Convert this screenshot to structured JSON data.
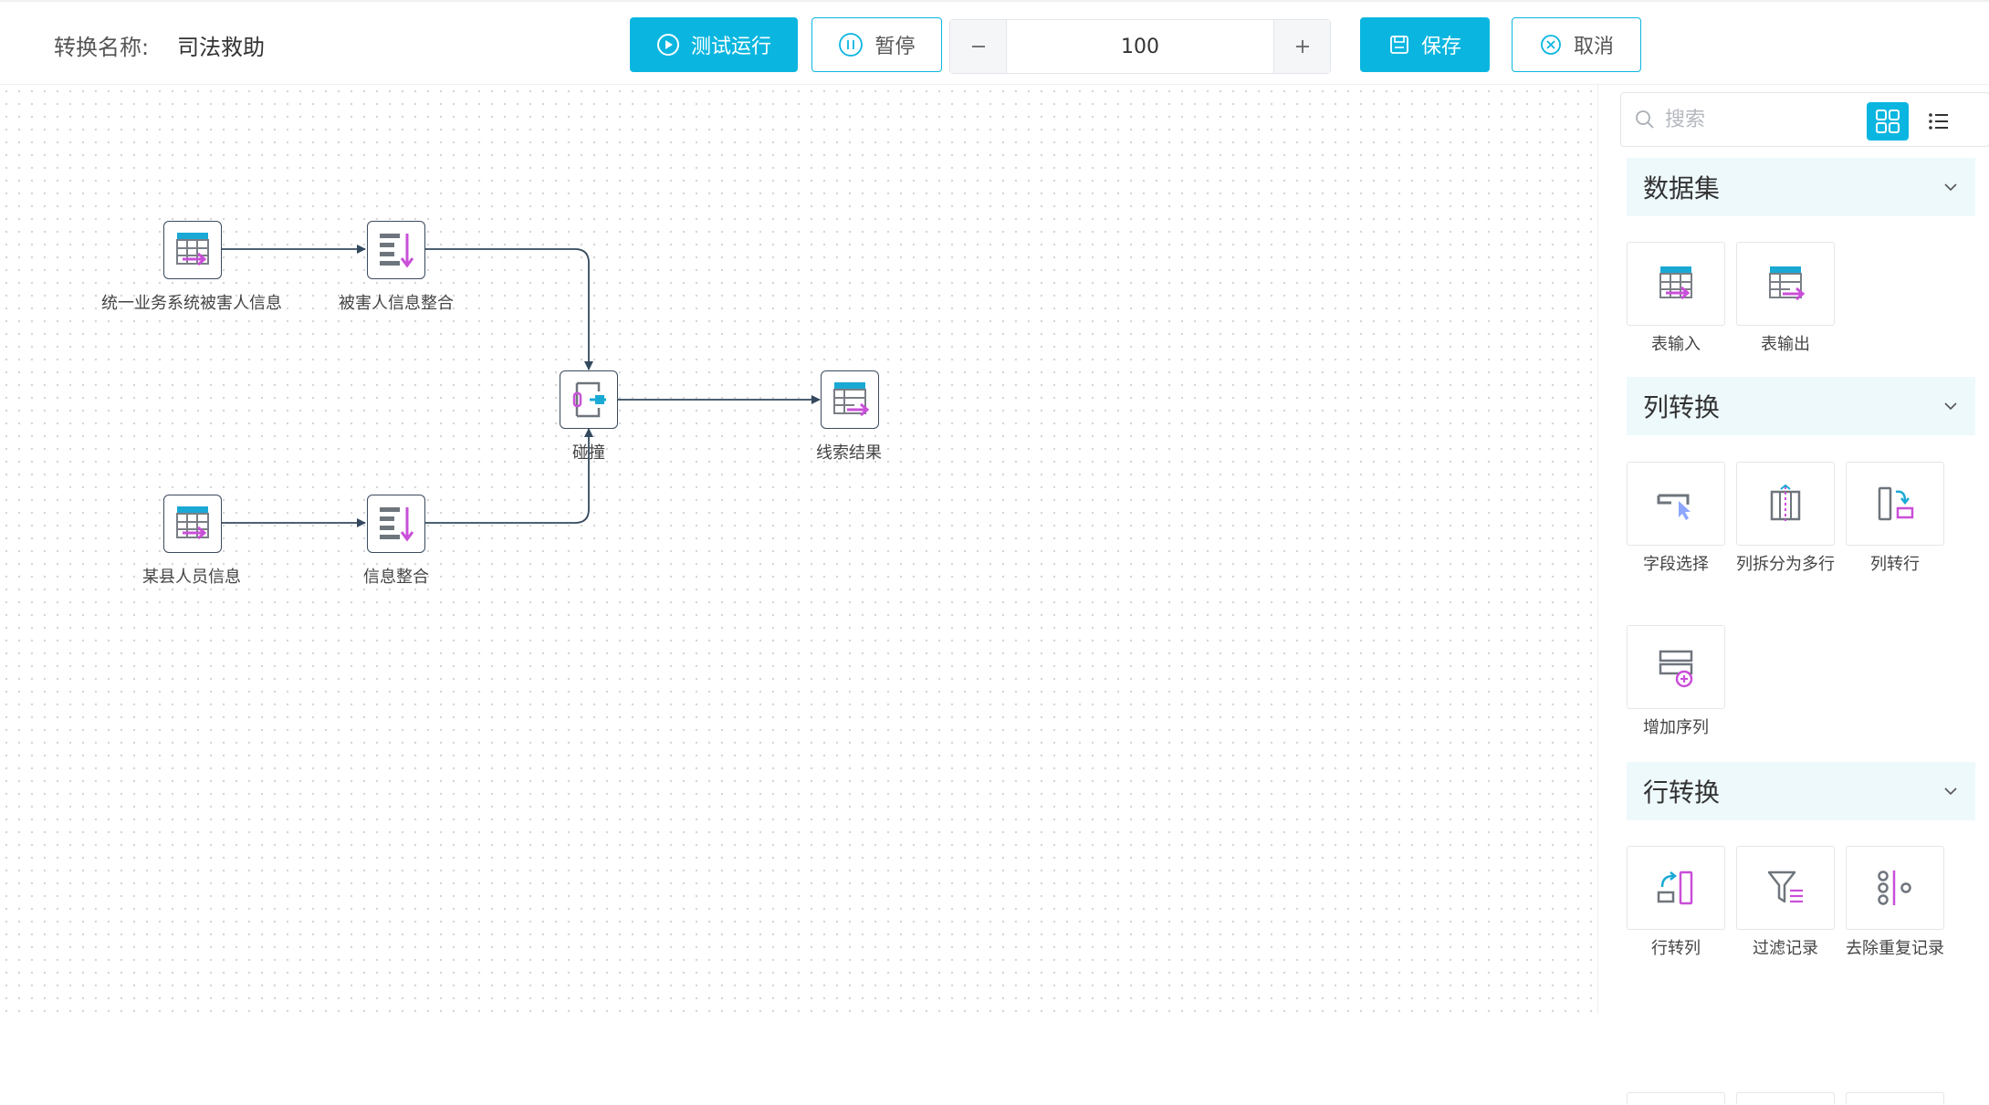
{
  "header": {
    "title_label": "转换名称:",
    "title_value": "司法救助",
    "run_label": "测试运行",
    "pause_label": "暂停",
    "zoom_value": "100",
    "save_label": "保存",
    "cancel_label": "取消",
    "accent_color": "#0ab6e0"
  },
  "canvas": {
    "nodes": [
      {
        "label": "统一业务系统被害人信息",
        "icon": "table-input-icon"
      },
      {
        "label": "被害人信息整合",
        "icon": "sort-icon"
      },
      {
        "label": "碰撞",
        "icon": "collision-icon"
      },
      {
        "label": "线索结果",
        "icon": "table-output-icon"
      },
      {
        "label": "某县人员信息",
        "icon": "table-input-icon"
      },
      {
        "label": "信息整合",
        "icon": "sort-icon"
      }
    ]
  },
  "panel": {
    "search_placeholder": "搜索",
    "sections": [
      {
        "title": "数据集",
        "items": [
          "表输入",
          "表输出"
        ]
      },
      {
        "title": "列转换",
        "items": [
          "字段选择",
          "列拆分为多行",
          "列转行",
          "增加序列"
        ]
      },
      {
        "title": "行转换",
        "items": [
          "行转列",
          "过滤记录",
          "去除重复记录"
        ]
      }
    ]
  }
}
